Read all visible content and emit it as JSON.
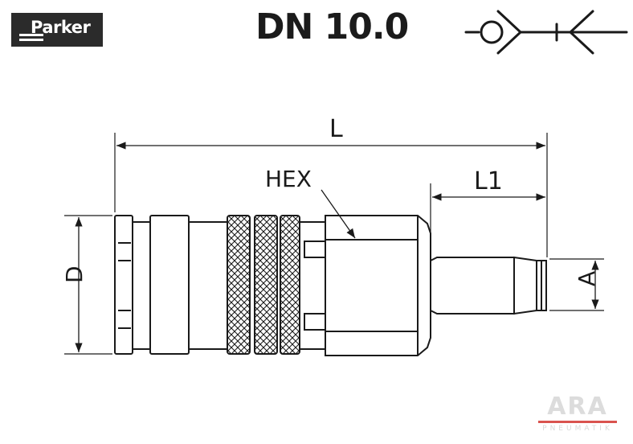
{
  "brand": {
    "logo_text": "Parker"
  },
  "header": {
    "title": "DN 10.0"
  },
  "dimensions": {
    "L": "L",
    "L1": "L1",
    "HEX": "HEX",
    "D": "D",
    "A": "A"
  },
  "watermark": {
    "main": "ARA",
    "sub": "PNEUMATIK"
  },
  "colors": {
    "line": "#1a1a1a",
    "logo_bg": "#2b2b2b",
    "watermark_accent": "#d9534f"
  }
}
